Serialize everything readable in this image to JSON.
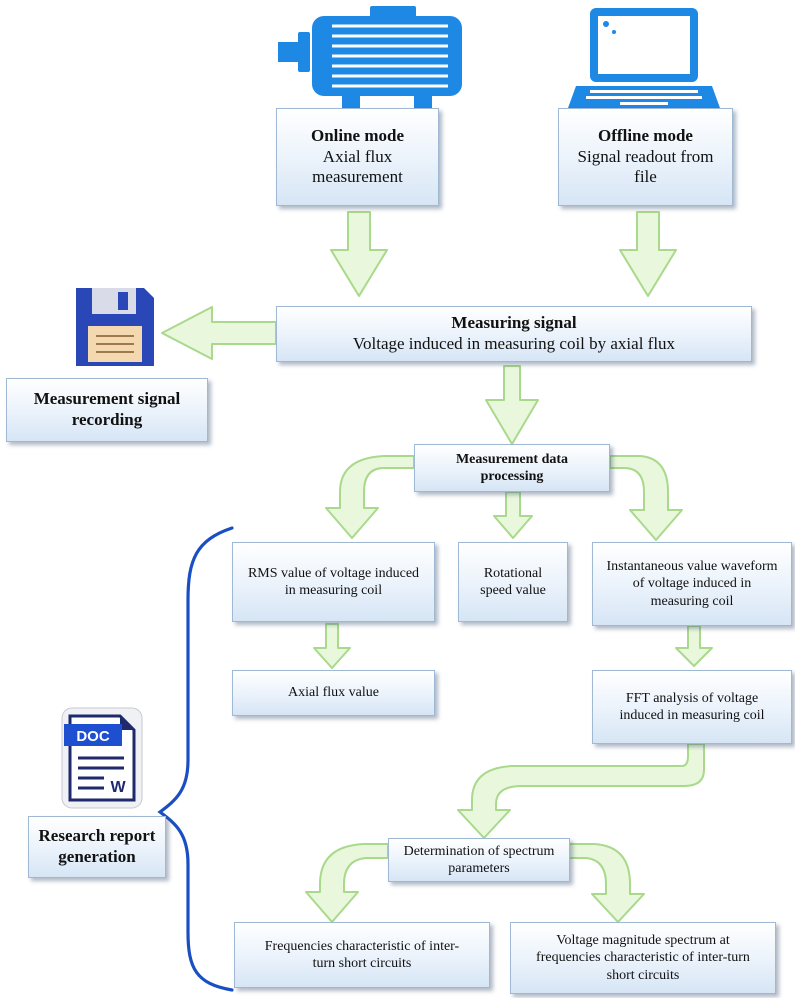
{
  "online": {
    "title": "Online mode",
    "line1": "Axial flux",
    "line2": "measurement"
  },
  "offline": {
    "title": "Offline mode",
    "line1": "Signal readout from",
    "line2": "file"
  },
  "measuring": {
    "title": "Measuring signal",
    "subtitle": "Voltage induced in measuring coil by axial flux"
  },
  "recording": {
    "line1": "Measurement signal",
    "line2": "recording"
  },
  "processing": {
    "line1": "Measurement data",
    "line2": "processing"
  },
  "rms": {
    "line1": "RMS value of voltage induced",
    "line2": "in measuring coil"
  },
  "speed": {
    "line1": "Rotational",
    "line2": "speed value"
  },
  "instant": {
    "line1": "Instantaneous value waveform",
    "line2": "of voltage induced in",
    "line3": "measuring coil"
  },
  "axial": {
    "label": "Axial flux value"
  },
  "fft": {
    "line1": "FFT analysis of voltage",
    "line2": "induced in measuring coil"
  },
  "spectrum": {
    "line1": "Determination of spectrum",
    "line2": "parameters"
  },
  "freq": {
    "line1": "Frequencies characteristic of inter-",
    "line2": "turn short circuits"
  },
  "magnitude": {
    "line1": "Voltage magnitude spectrum at",
    "line2": "frequencies characteristic of inter-turn",
    "line3": "short circuits"
  },
  "report": {
    "line1": "Research report",
    "line2": "generation"
  },
  "doc_icon": {
    "badge": "DOC",
    "letter": "W"
  },
  "colors": {
    "accent": "#1e88e5",
    "arrow_fill": "#e9f7dd",
    "arrow_stroke": "#a9d98a",
    "brace": "#1a4fc4"
  }
}
